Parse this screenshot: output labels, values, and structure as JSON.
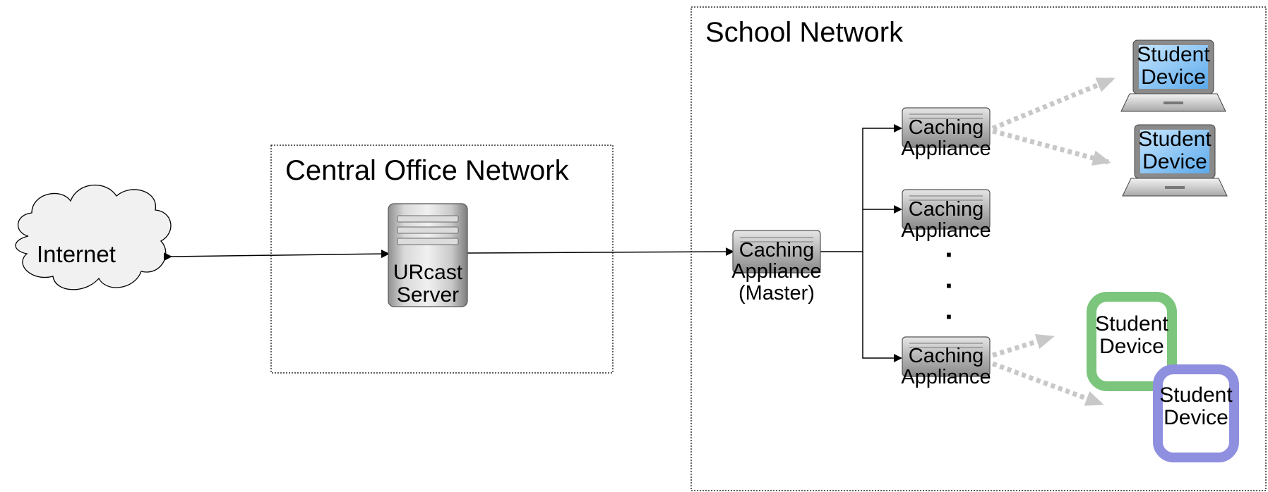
{
  "colors": {
    "line": "#000000",
    "dotted_arrow": "#c8c8c8",
    "green_device": "#7cc57c",
    "purple_device": "#8f8fe0",
    "cloud_fill": "#f2f2f2",
    "server_fill": "#bdbdbd"
  },
  "networks": {
    "central_office": {
      "title": "Central Office Network"
    },
    "school": {
      "title": "School Network"
    }
  },
  "nodes": {
    "internet": {
      "label": "Internet",
      "icon": "cloud-icon"
    },
    "urcast_server": {
      "line1": "URcast",
      "line2": "Server",
      "icon": "tower-server-icon"
    },
    "master_appliance": {
      "line1": "Caching",
      "line2": "Appliance",
      "line3": "(Master)",
      "icon": "rack-server-icon"
    },
    "appliance_1": {
      "line1": "Caching",
      "line2": "Appliance",
      "icon": "rack-server-icon"
    },
    "appliance_2": {
      "line1": "Caching",
      "line2": "Appliance",
      "icon": "rack-server-icon"
    },
    "appliance_3": {
      "line1": "Caching",
      "line2": "Appliance",
      "icon": "rack-server-icon"
    },
    "ellipsis": "·\n·\n·",
    "student_devices": [
      {
        "line1": "Student",
        "line2": "Device",
        "icon": "laptop-icon"
      },
      {
        "line1": "Student",
        "line2": "Device",
        "icon": "laptop-icon"
      },
      {
        "line1": "Student",
        "line2": "Device",
        "icon": "tablet-icon"
      },
      {
        "line1": "Student",
        "line2": "Device",
        "icon": "tablet-icon"
      }
    ]
  }
}
